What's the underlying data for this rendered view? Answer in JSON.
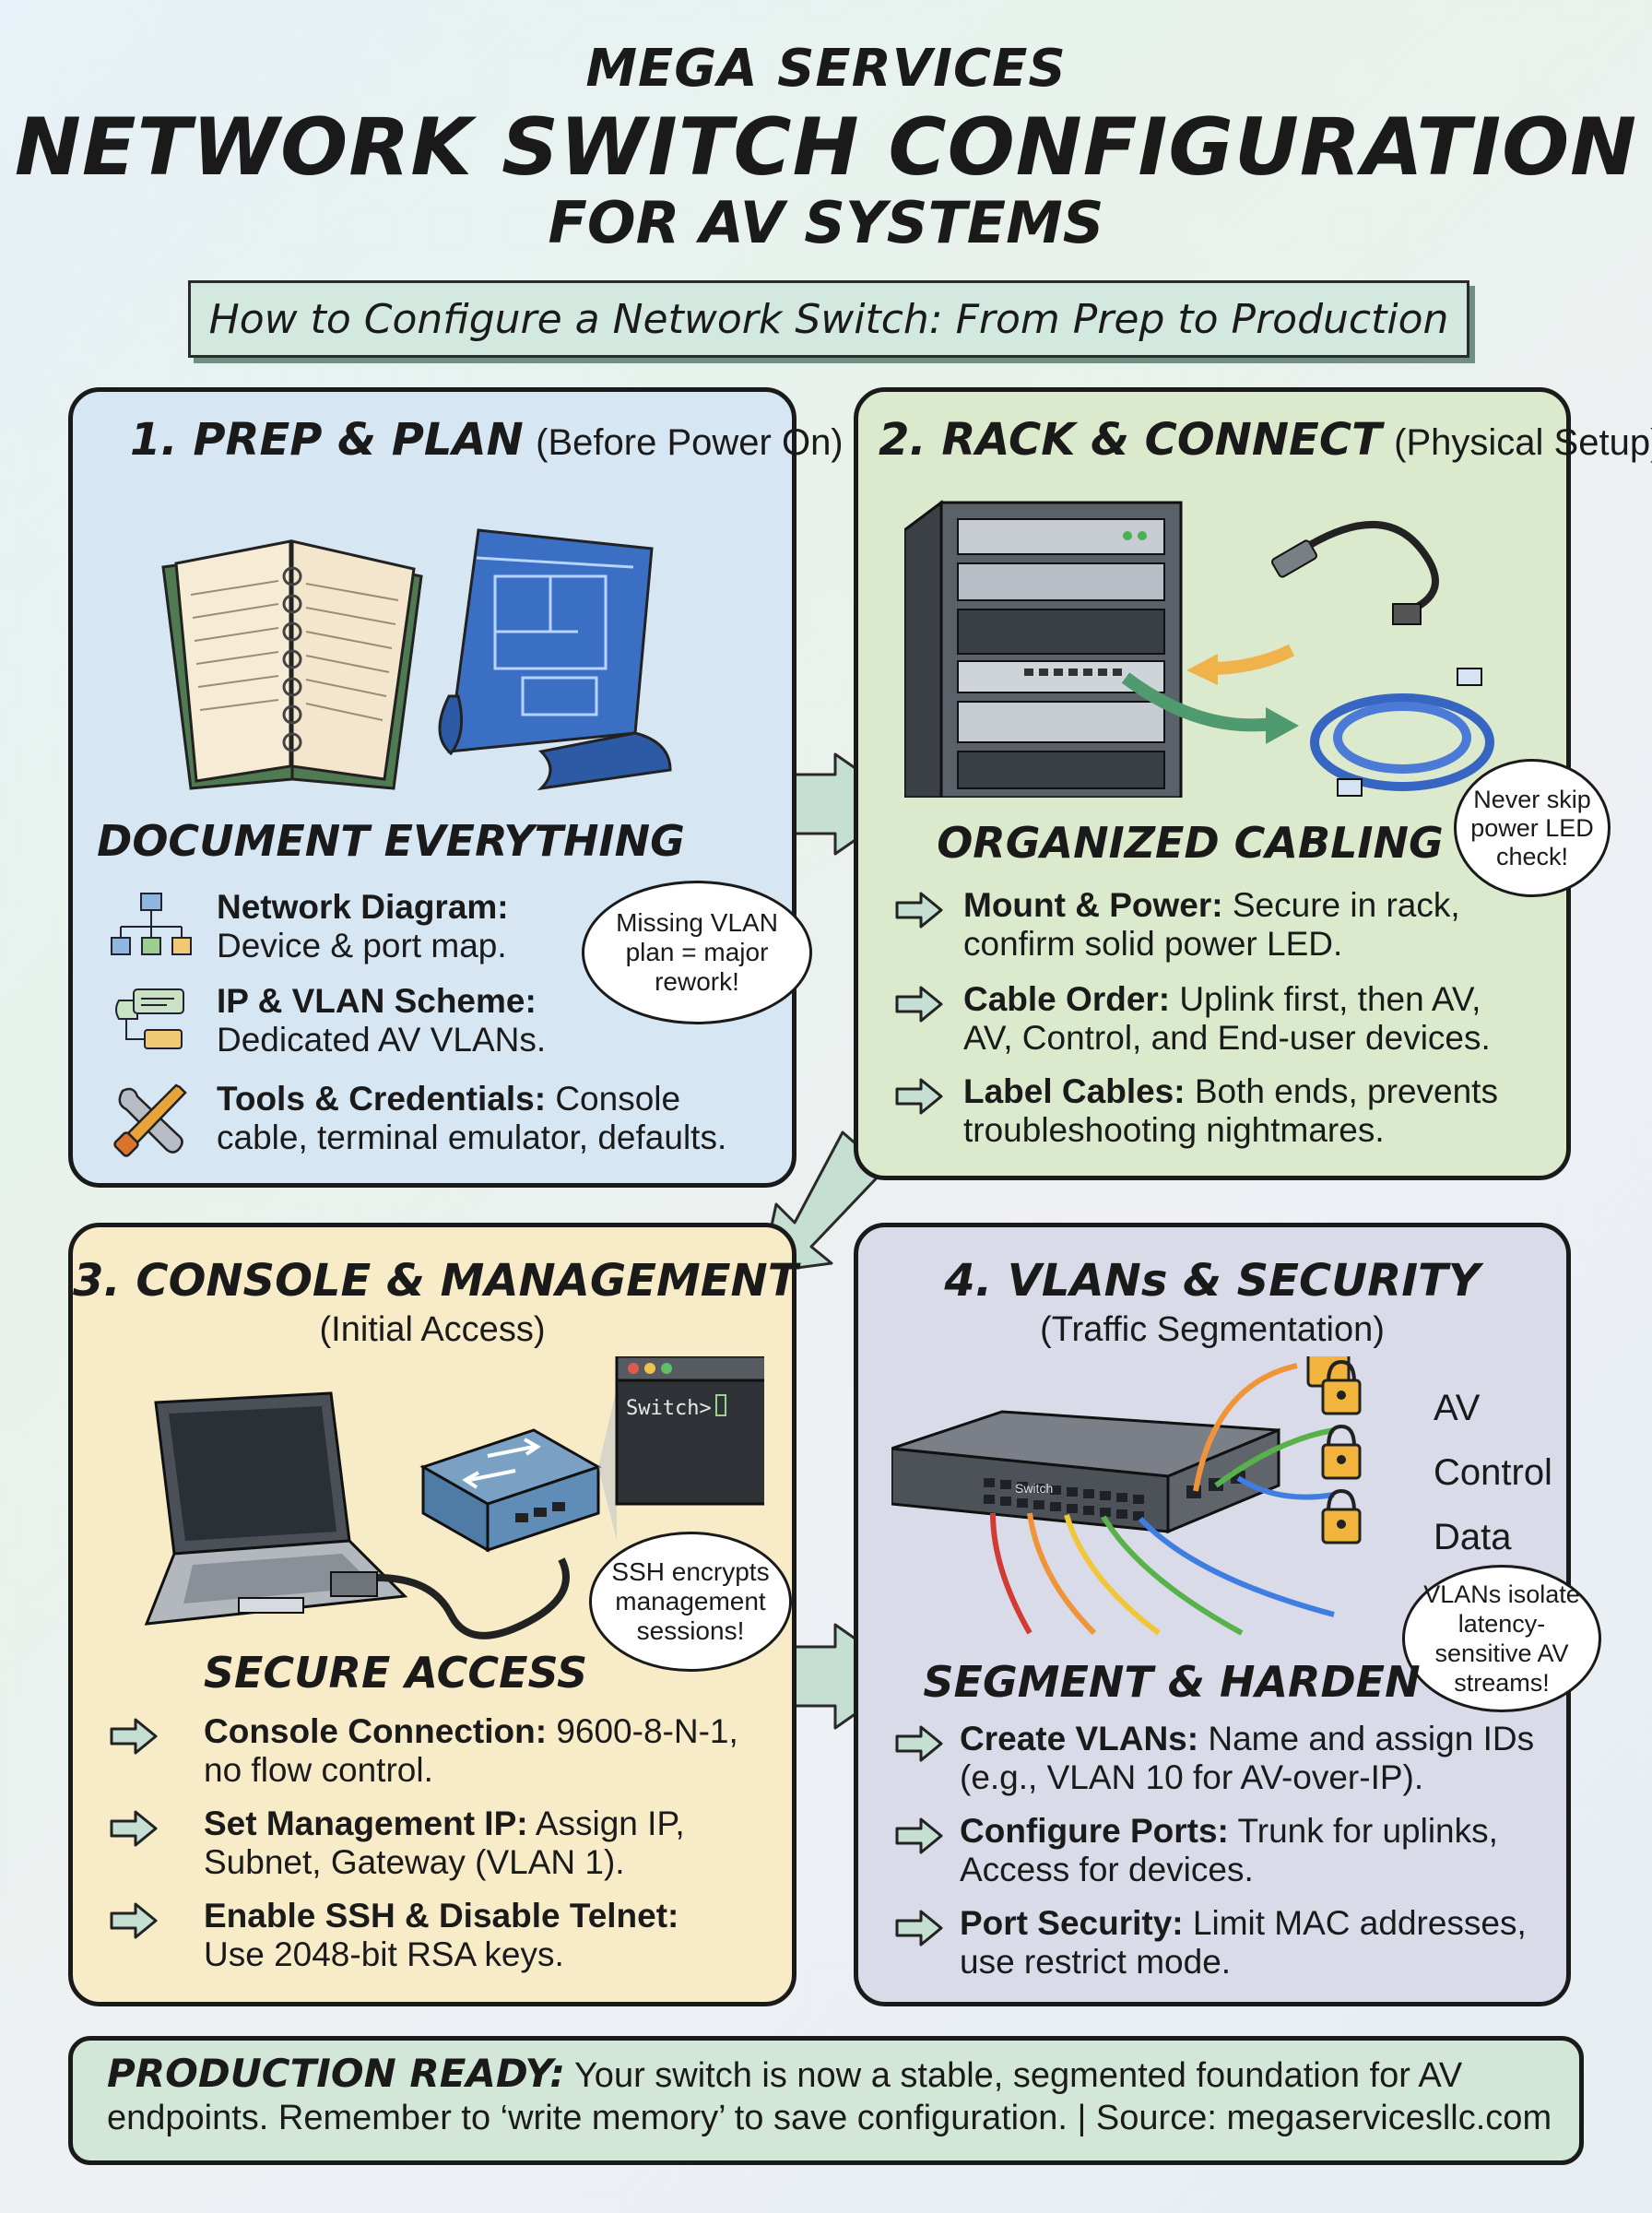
{
  "header": {
    "brand": "MEGA SERVICES",
    "title": "NETWORK SWITCH CONFIGURATION",
    "subtitle": "FOR AV SYSTEMS",
    "tagline": "How to Configure a Network Switch: From Prep to Production"
  },
  "panels": {
    "prep": {
      "title": "1. PREP & PLAN",
      "subtitle": "(Before Power On)",
      "section": "DOCUMENT EVERYTHING",
      "bubble": "Missing VLAN plan = major rework!",
      "items": [
        {
          "label": "Network Diagram:",
          "text": "Device & port map."
        },
        {
          "label": "IP & VLAN Scheme:",
          "text": "Dedicated AV VLANs."
        },
        {
          "label": "Tools & Credentials:",
          "text": "Console cable, terminal emulator, defaults."
        }
      ]
    },
    "rack": {
      "title": "2. RACK & CONNECT",
      "subtitle": "(Physical Setup)",
      "section": "ORGANIZED CABLING",
      "bubble": "Never skip power LED check!",
      "items": [
        {
          "label": "Mount & Power:",
          "text": "Secure in rack, confirm solid power LED."
        },
        {
          "label": "Cable Order:",
          "text": "Uplink first, then AV, AV, Control, and End-user devices."
        },
        {
          "label": "Label Cables:",
          "text": "Both ends, prevents troubleshooting nightmares."
        }
      ]
    },
    "console": {
      "title": "3. CONSOLE & MANAGEMENT",
      "subtitle": "(Initial Access)",
      "terminal_prompt": "Switch>",
      "section": "SECURE ACCESS",
      "bubble": "SSH encrypts management sessions!",
      "items": [
        {
          "label": "Console Connection:",
          "text": "9600-8-N-1, no flow control."
        },
        {
          "label": "Set Management IP:",
          "text": "Assign IP, Subnet, Gateway (VLAN 1)."
        },
        {
          "label": "Enable SSH & Disable Telnet:",
          "text": "Use 2048-bit RSA keys."
        }
      ]
    },
    "vlans": {
      "title": "4. VLANs & SECURITY",
      "subtitle": "(Traffic Segmentation)",
      "switch_label": "Switch",
      "locks": [
        "AV",
        "Control",
        "Data"
      ],
      "section": "SEGMENT & HARDEN",
      "bubble": "VLANs isolate latency-sensitive AV streams!",
      "items": [
        {
          "label": "Create VLANs:",
          "text": "Name and assign IDs (e.g., VLAN 10 for AV-over-IP)."
        },
        {
          "label": "Configure Ports:",
          "text": "Trunk for uplinks, Access for devices."
        },
        {
          "label": "Port Security:",
          "text": "Limit MAC addresses, use restrict mode."
        }
      ]
    }
  },
  "footer": {
    "lead": "PRODUCTION READY:",
    "text": "Your switch is now a stable, segmented foundation for AV endpoints. Remember to ‘write memory’ to save configuration. | Source: megaservicesllc.com"
  },
  "colors": {
    "panel_prep": "#d6e6f3",
    "panel_rack": "#dbeacd",
    "panel_console": "#f8ecc8",
    "panel_vlans": "#d9dbe9",
    "panel_footer": "#d3e7d8",
    "flow_arrow": "#c5dfd3"
  }
}
